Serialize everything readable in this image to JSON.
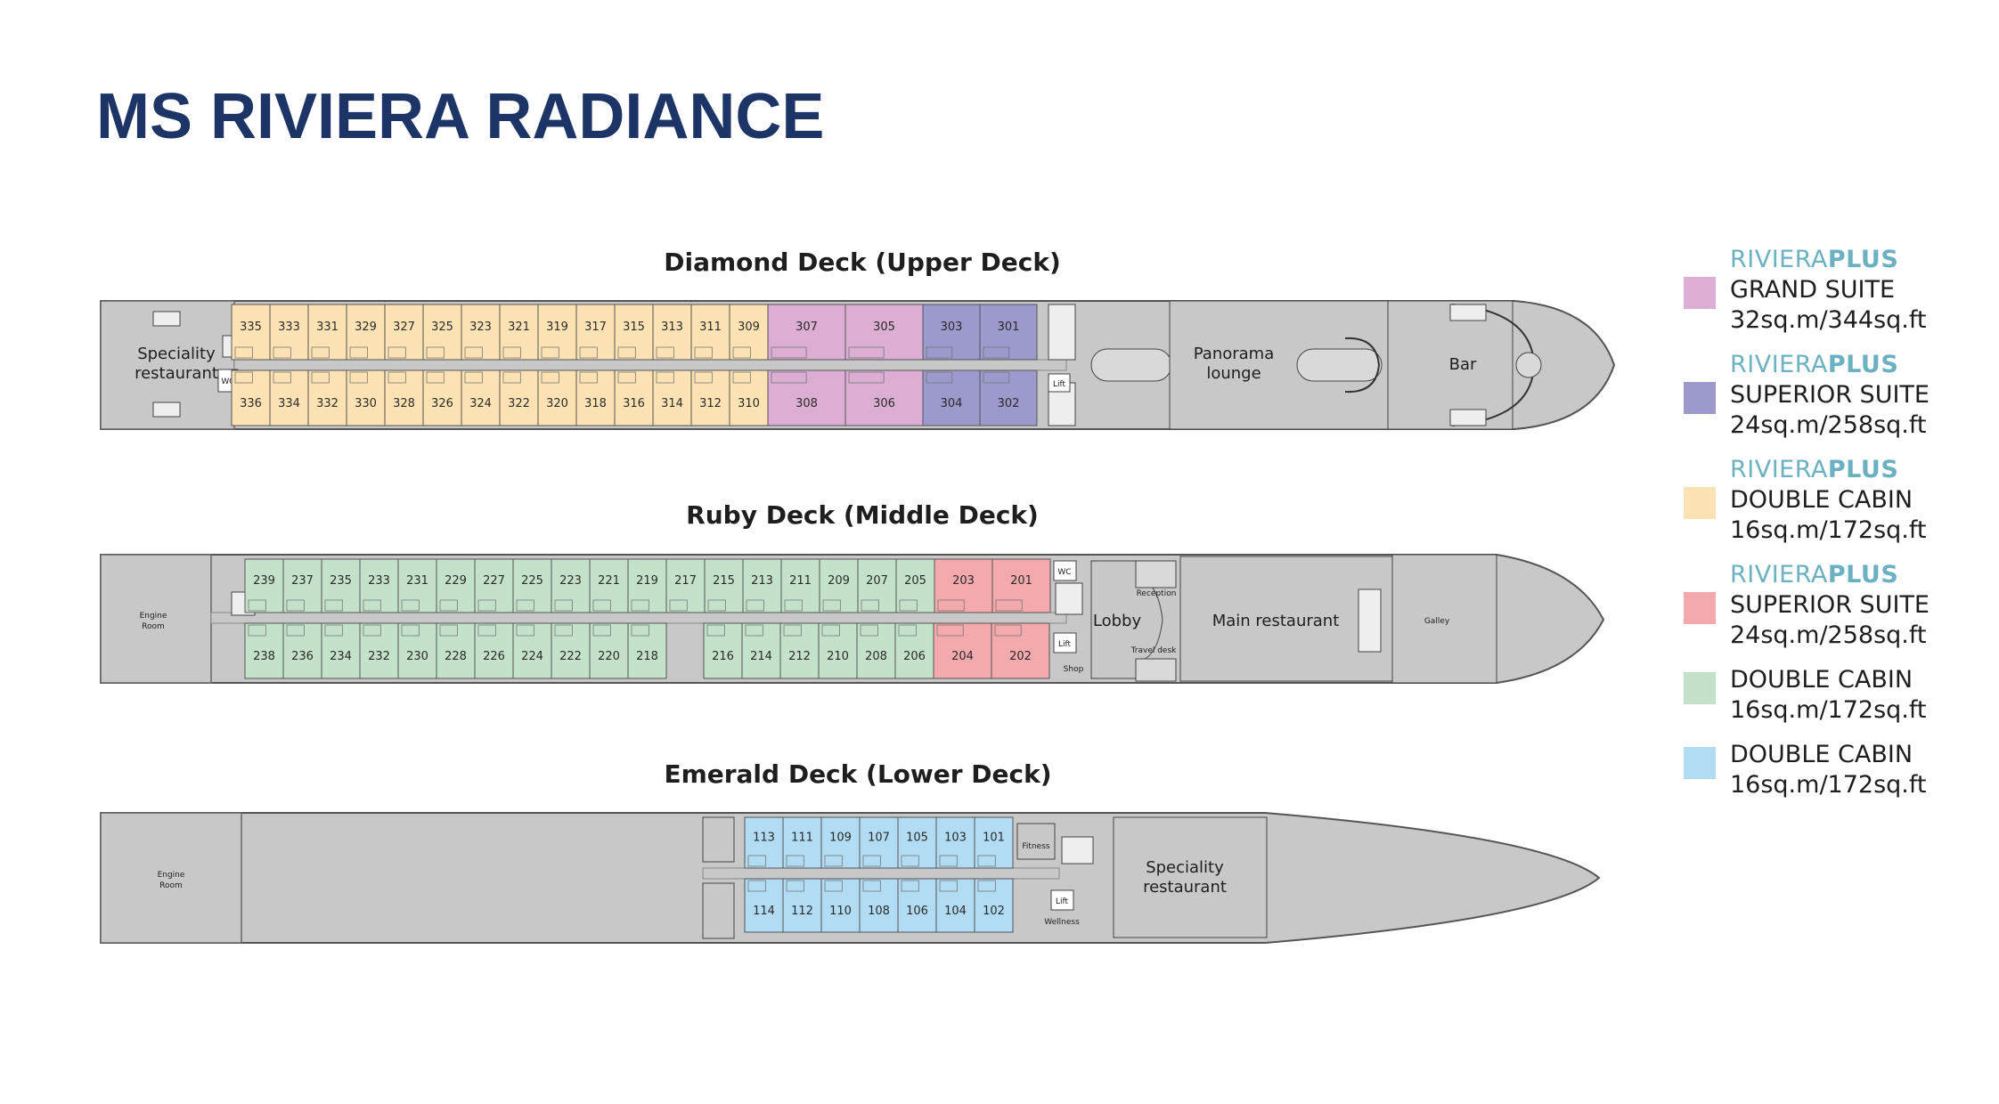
{
  "title": "MS RIVIERA RADIANCE",
  "colors": {
    "hull": "#c8c8c8",
    "hull_stroke": "#555555",
    "grand_suite": "#dcaed4",
    "superior_suite_plus": "#9c99cd",
    "double_plus": "#fde3b4",
    "superior_suite": "#f4a9ad",
    "double_middle": "#c4e2c9",
    "double_lower": "#b1dcf3",
    "brand_text": "#6bb1c1",
    "title_color": "#1d3566"
  },
  "decks": {
    "diamond": {
      "title": "Diamond Deck (Upper Deck)",
      "top_cabins": [
        "335",
        "333",
        "331",
        "329",
        "327",
        "325",
        "323",
        "321",
        "319",
        "317",
        "315",
        "313",
        "311",
        "309"
      ],
      "bottom_cabins": [
        "336",
        "334",
        "332",
        "330",
        "328",
        "326",
        "324",
        "322",
        "320",
        "318",
        "316",
        "314",
        "312",
        "310"
      ],
      "grand_suites_top": [
        "307",
        "305"
      ],
      "grand_suites_bottom": [
        "308",
        "306"
      ],
      "superior_top": [
        "303",
        "301"
      ],
      "superior_bottom": [
        "304",
        "302"
      ],
      "labels": {
        "speciality_1": "Speciality",
        "speciality_2": "restaurant",
        "wc": "WC",
        "lift": "Lift",
        "panorama_1": "Panorama",
        "panorama_2": "lounge",
        "bar": "Bar"
      }
    },
    "ruby": {
      "title": "Ruby Deck (Middle Deck)",
      "top_cabins": [
        "239",
        "237",
        "235",
        "233",
        "231",
        "229",
        "227",
        "225",
        "223",
        "221",
        "219",
        "217",
        "215",
        "213",
        "211",
        "209",
        "207",
        "205"
      ],
      "bottom_cabins_aft": [
        "238",
        "236",
        "234",
        "232",
        "230",
        "228",
        "226",
        "224",
        "222",
        "220",
        "218"
      ],
      "bottom_cabins_fwd": [
        "216",
        "214",
        "212",
        "210",
        "208",
        "206"
      ],
      "superior_top": [
        "203",
        "201"
      ],
      "superior_bottom": [
        "204",
        "202"
      ],
      "labels": {
        "engine_1": "Engine",
        "engine_2": "Room",
        "wc": "WC",
        "lift": "Lift",
        "shop": "Shop",
        "lobby": "Lobby",
        "reception": "Reception",
        "travel_desk": "Travel desk",
        "main_restaurant": "Main restaurant",
        "galley": "Galley"
      }
    },
    "emerald": {
      "title": "Emerald Deck (Lower Deck)",
      "top_cabins": [
        "113",
        "111",
        "109",
        "107",
        "105",
        "103",
        "101"
      ],
      "bottom_cabins": [
        "114",
        "112",
        "110",
        "108",
        "106",
        "104",
        "102"
      ],
      "labels": {
        "engine_1": "Engine",
        "engine_2": "Room",
        "fitness": "Fitness",
        "lift": "Lift",
        "wellness": "Wellness",
        "speciality_1": "Speciality",
        "speciality_2": "restaurant"
      }
    }
  },
  "legend": [
    {
      "brand_light": "RIVIERA",
      "brand_bold": "PLUS",
      "name": "GRAND SUITE",
      "size": "32sq.m/344sq.ft",
      "color": "#dcaed4"
    },
    {
      "brand_light": "RIVIERA",
      "brand_bold": "PLUS",
      "name": "SUPERIOR SUITE",
      "size": "24sq.m/258sq.ft",
      "color": "#9c99cd"
    },
    {
      "brand_light": "RIVIERA",
      "brand_bold": "PLUS",
      "name": "DOUBLE CABIN",
      "size": "16sq.m/172sq.ft",
      "color": "#fde3b4"
    },
    {
      "brand_light": "RIVIERA",
      "brand_bold": "PLUS",
      "name": "SUPERIOR SUITE",
      "size": "24sq.m/258sq.ft",
      "color": "#f4a9ad"
    },
    {
      "name": "DOUBLE CABIN",
      "size": "16sq.m/172sq.ft",
      "color": "#c4e2c9"
    },
    {
      "name": "DOUBLE CABIN",
      "size": "16sq.m/172sq.ft",
      "color": "#b1dcf3"
    }
  ]
}
